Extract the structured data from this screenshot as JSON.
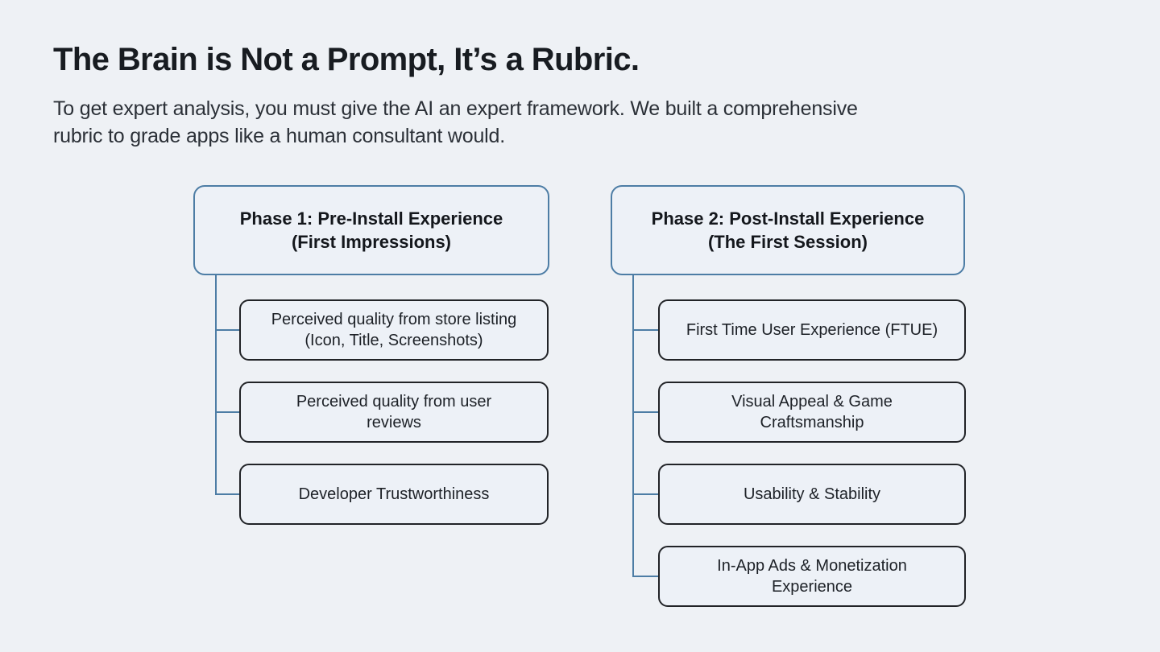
{
  "slide": {
    "title": "The Brain is Not a Prompt, It’s a Rubric.",
    "subtitle": "To get expert analysis, you must give the AI an expert framework. We built a comprehensive\nrubric to grade apps like a human consultant would."
  },
  "diagram": {
    "phases": [
      {
        "title": "Phase 1: Pre-Install Experience\n(First Impressions)",
        "children": [
          "Perceived quality from store listing\n(Icon, Title, Screenshots)",
          "Perceived quality from user\nreviews",
          "Developer Trustworthiness"
        ]
      },
      {
        "title": "Phase 2: Post-Install Experience\n(The First Session)",
        "children": [
          "First Time User Experience (FTUE)",
          "Visual Appeal & Game\nCraftsmanship",
          "Usability & Stability",
          "In-App Ads & Monetization\nExperience"
        ]
      }
    ]
  },
  "colors": {
    "background": "#eef1f5",
    "box_fill": "#edf1f7",
    "accent_blue": "#4d7da5",
    "child_border": "#212327",
    "title_text": "#181c21",
    "body_text": "#2b3037"
  }
}
